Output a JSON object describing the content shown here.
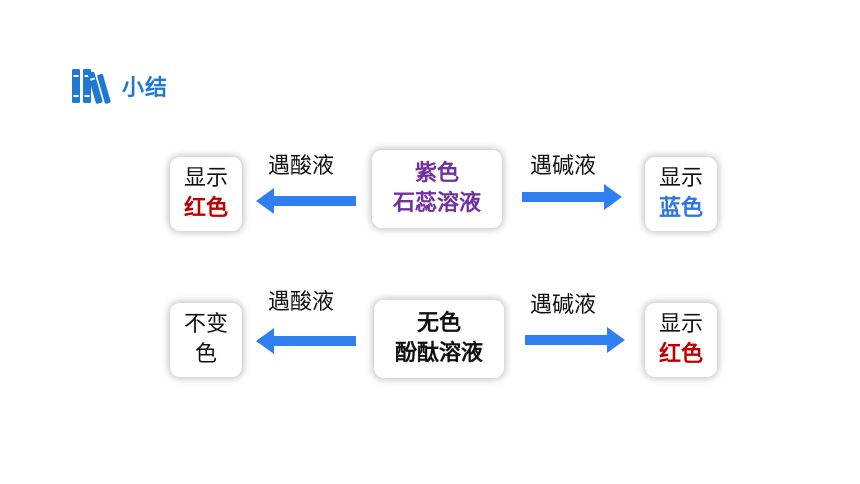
{
  "header": {
    "title": "小结",
    "icon": "books-icon"
  },
  "colors": {
    "accent_blue": "#1f78d1",
    "arrow_blue": "#2f7ff0",
    "purple": "#7030a0",
    "red": "#c00000",
    "blue_text": "#2e75e6"
  },
  "row1": {
    "center": {
      "line1": "紫色",
      "line2": "石蕊溶液"
    },
    "left_label": "遇酸液",
    "right_label": "遇碱液",
    "left_result": {
      "line1": "显示",
      "line2": "红色"
    },
    "right_result": {
      "line1": "显示",
      "line2": "蓝色"
    }
  },
  "row2": {
    "center": {
      "line1": "无色",
      "line2": "酚酞溶液"
    },
    "left_label": "遇酸液",
    "right_label": "遇碱液",
    "left_result": {
      "line1": "不变",
      "line2": "色"
    },
    "right_result": {
      "line1": "显示",
      "line2": "红色"
    }
  }
}
